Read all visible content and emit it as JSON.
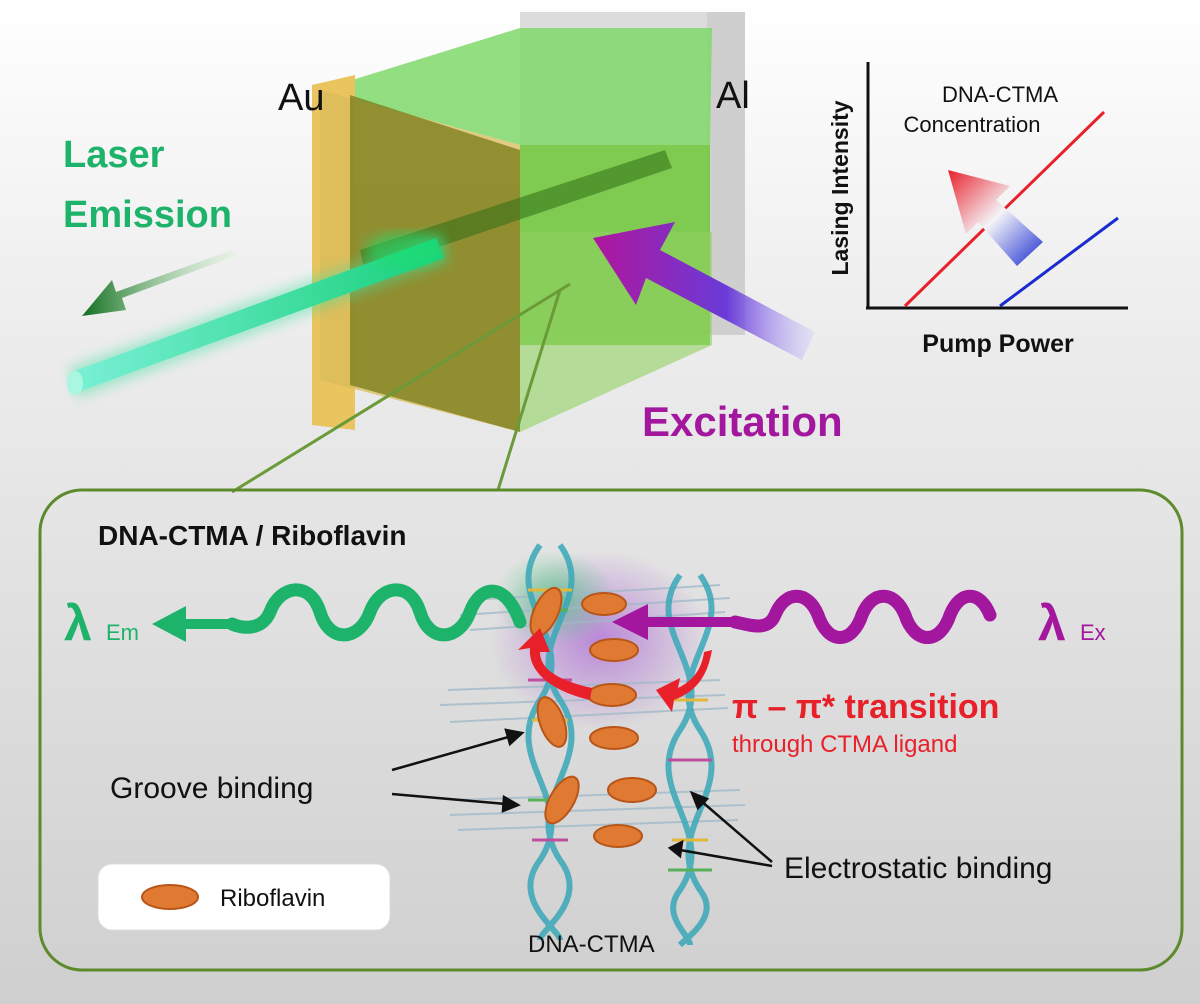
{
  "cavity": {
    "left_mirror_label": "Au",
    "right_mirror_label": "Al",
    "emission_label_line1": "Laser",
    "emission_label_line2": "Emission",
    "excitation_label": "Excitation"
  },
  "inset_plot": {
    "ylabel": "Lasing Intensity",
    "xlabel": "Pump Power",
    "annotation_line1": "DNA-CTMA",
    "annotation_line2": "Concentration",
    "line_colors": [
      "#e8202a",
      "#1a2ccf"
    ]
  },
  "detail": {
    "title": "DNA-CTMA / Riboflavin",
    "em_symbol": "λ",
    "em_sub": "Em",
    "ex_symbol": "λ",
    "ex_sub": "Ex",
    "transition_label": "π – π* transition",
    "transition_sub": "through CTMA ligand",
    "groove_label": "Groove binding",
    "electrostatic_label": "Electrostatic binding",
    "dna_label": "DNA-CTMA",
    "legend_label": "Riboflavin"
  },
  "colors": {
    "emission_green": "#1db36b",
    "excitation_purple": "#a3169e",
    "transition_red": "#e8202a",
    "riboflavin_orange": "#e07a32"
  }
}
